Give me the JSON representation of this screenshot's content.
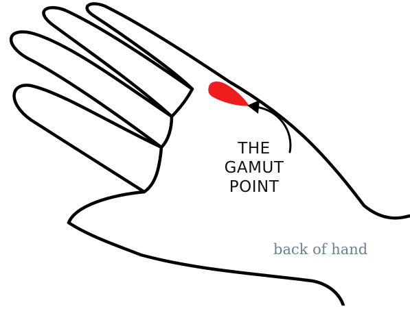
{
  "callout": {
    "lines": [
      "THE",
      "GAMUT",
      "POINT"
    ]
  },
  "caption": "back of hand",
  "colors": {
    "outline": "#000000",
    "gamut_point": "#ee1c1c",
    "caption": "#6a7f94"
  }
}
